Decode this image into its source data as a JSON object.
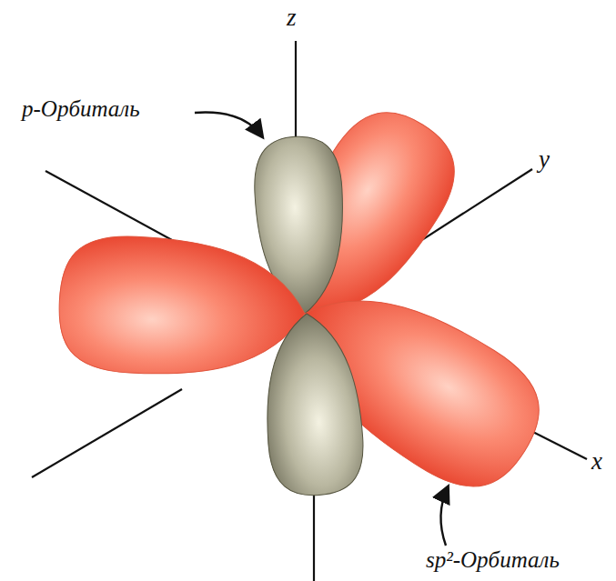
{
  "diagram": {
    "labels": [
      "z",
      "p-Орбиталь",
      "y",
      "x",
      "sp²-Орбиталь"
    ]
  }
}
